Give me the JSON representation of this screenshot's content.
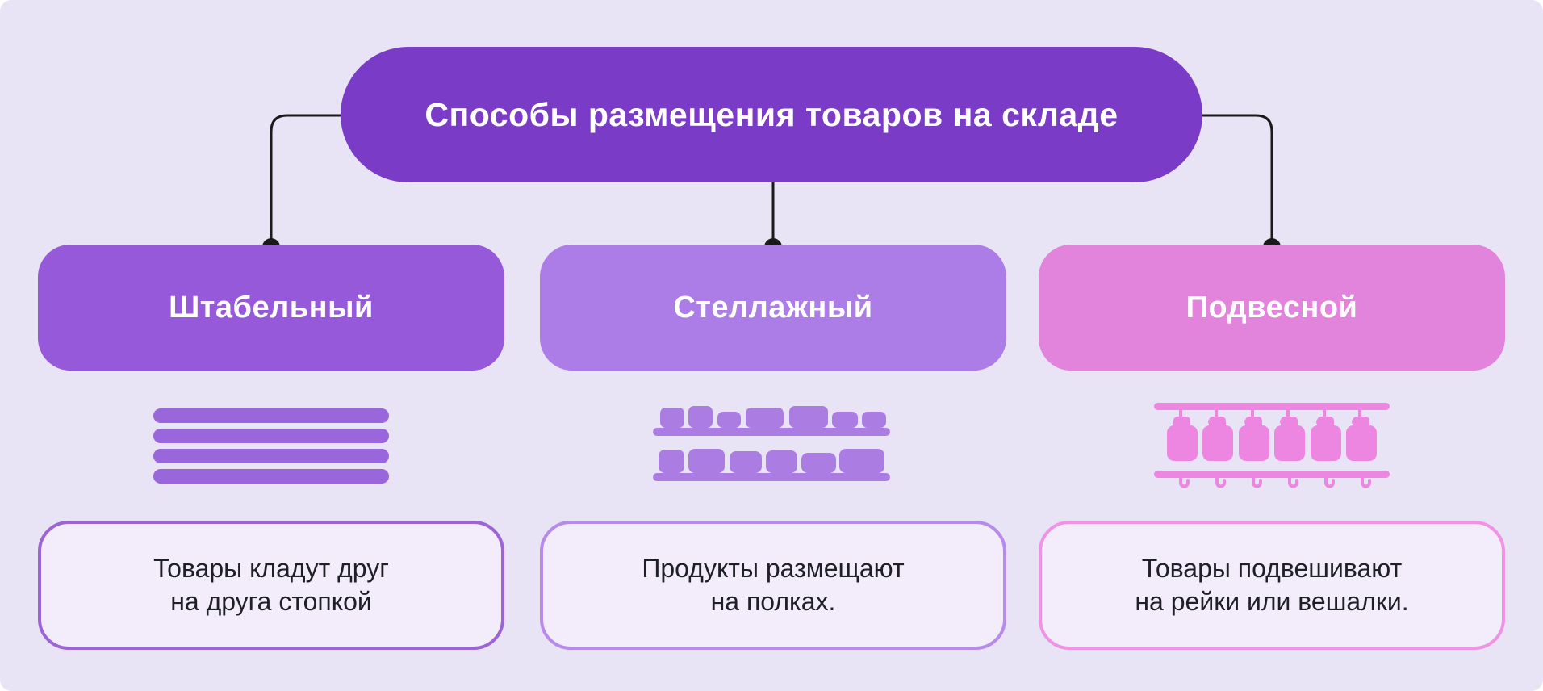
{
  "title": {
    "text": "Способы размещения товаров на складе",
    "bg": "#7A3BC6",
    "text_color": "#FFFFFF"
  },
  "columns": [
    {
      "id": "stacking",
      "label": "Штабельный",
      "box_bg": "#9659DA",
      "icon": "stacked-bars-icon",
      "icon_color": "#9A66DB",
      "desc_border": "#9C64D4",
      "description_lines": [
        "Товары кладут друг",
        "на друга стопкой"
      ]
    },
    {
      "id": "shelving",
      "label": "Стеллажный",
      "box_bg": "#AC7DE6",
      "icon": "shelf-boxes-icon",
      "icon_color": "#AB7DE3",
      "desc_border": "#B78BE9",
      "description_lines": [
        "Продукты размещают",
        "на полках."
      ]
    },
    {
      "id": "hanging",
      "label": "Подвесной",
      "box_bg": "#E283DC",
      "icon": "hanging-rail-icon",
      "icon_color": "#EC86E0",
      "desc_border": "#EF93E4",
      "description_lines": [
        "Товары подвешивают",
        "на рейки или вешалки."
      ]
    }
  ],
  "styles": {
    "page_bg": "#FFFFFF",
    "canvas_bg": "#E9E3F6",
    "connector_color": "#1A1A1A",
    "desc_fill": "#F2ECFB",
    "desc_text_color": "#1F1F26",
    "label_color": "#FFFFFF"
  }
}
